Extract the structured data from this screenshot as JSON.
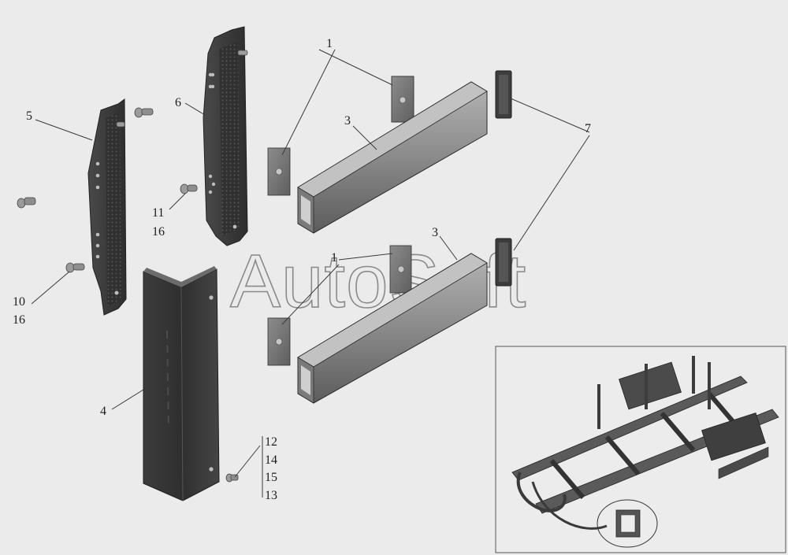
{
  "watermark": "AutoSoft",
  "callouts": {
    "c1_top": "1",
    "c1_mid": "1",
    "c3_top": "3",
    "c3_bottom": "3",
    "c4": "4",
    "c5": "5",
    "c6": "6",
    "c7": "7",
    "c10": "10",
    "c16_a": "16",
    "c11": "11",
    "c16_b": "16",
    "c12": "12",
    "c14": "14",
    "c15": "15",
    "c13": "13"
  },
  "colors": {
    "background": "#ebebeb",
    "part_dark": "#3a3a3a",
    "part_mid": "#6e6e6e",
    "part_light": "#9a9a9a",
    "inset_border": "#555555"
  }
}
